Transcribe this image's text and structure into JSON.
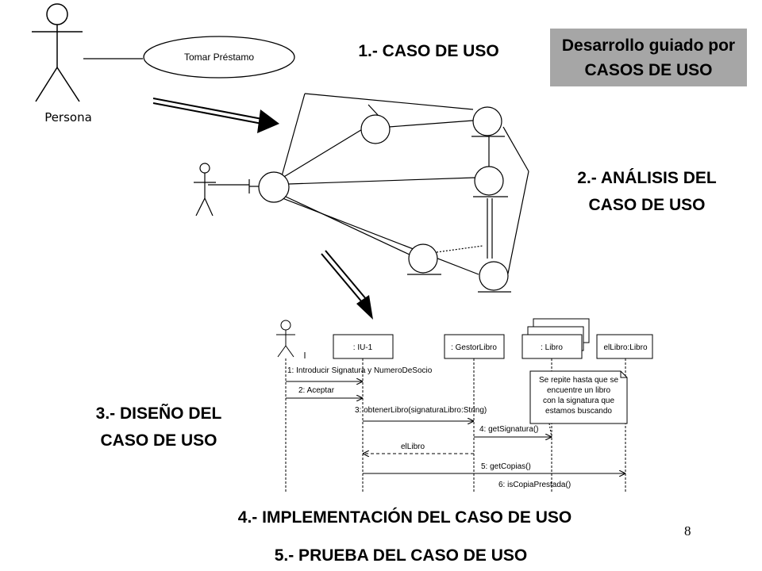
{
  "banner": {
    "line1": "Desarrollo guiado por",
    "line2": "CASOS DE USO"
  },
  "steps": {
    "s1": "1.- CASO DE USO",
    "s2_line1": "2.- ANÁLISIS  DEL",
    "s2_line2": "CASO DE USO",
    "s3_line1": "3.- DISEÑO  DEL",
    "s3_line2": "CASO DE USO",
    "s4": "4.-  IMPLEMENTACIÓN  DEL CASO DE USO",
    "s5": "5.- PRUEBA DEL CASO DE USO"
  },
  "use_case": {
    "actor": "Persona",
    "name": "Tomar Préstamo"
  },
  "sequence": {
    "lifelines": [
      ": IU-1",
      ": GestorLibro",
      ": Libro",
      "elLibro:Libro"
    ],
    "note_lines": [
      "Se repite hasta que se",
      "encuentre un libro",
      "con la signatura que",
      "estamos buscando"
    ],
    "messages": [
      "1: Introducir Signatura y NumeroDeSocio",
      "2: Aceptar",
      "3: obtenerLibro(signaturaLibro:String)",
      "4: getSignatura()",
      "elLibro",
      "5: getCopias()",
      "6: isCopiaPrestada()"
    ]
  },
  "page_number": "8"
}
